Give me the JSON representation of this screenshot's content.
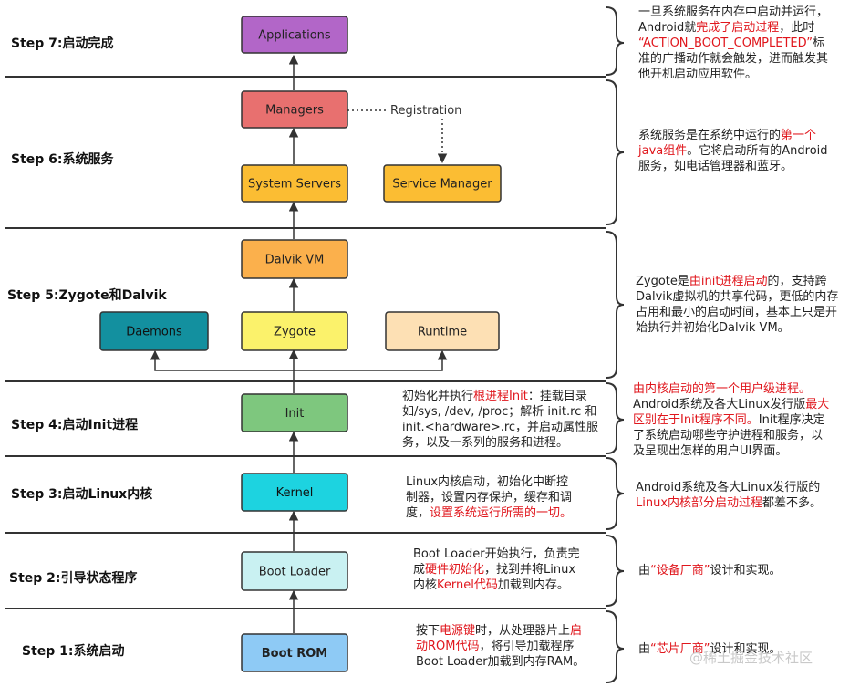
{
  "steps": [
    {
      "id": "step7",
      "label": "Step 7:启动完成"
    },
    {
      "id": "step6",
      "label": "Step 6:系统服务"
    },
    {
      "id": "step5",
      "label": "Step 5:Zygote和Dalvik"
    },
    {
      "id": "step4",
      "label": "Step 4:启动Init进程"
    },
    {
      "id": "step3",
      "label": "Step 3:启动Linux内核"
    },
    {
      "id": "step2",
      "label": "Step 2:引导状态程序"
    },
    {
      "id": "step1",
      "label": "Step 1:系统启动"
    }
  ],
  "boxes": {
    "applications": {
      "label": "Applications",
      "fill": "#b266c8",
      "stroke": "#333333"
    },
    "managers": {
      "label": "Managers",
      "fill": "#e8706f",
      "stroke": "#333333"
    },
    "system_servers": {
      "label": "System Servers",
      "fill": "#fbbd33",
      "stroke": "#333333"
    },
    "service_manager": {
      "label": "Service Manager",
      "fill": "#fbbd33",
      "stroke": "#333333"
    },
    "dalvik_vm": {
      "label": "Dalvik VM",
      "fill": "#fbb04c",
      "stroke": "#333333"
    },
    "daemons": {
      "label": "Daemons",
      "fill": "#13909f",
      "stroke": "#333333"
    },
    "zygote": {
      "label": "Zygote",
      "fill": "#fbf26b",
      "stroke": "#333333"
    },
    "runtime": {
      "label": "Runtime",
      "fill": "#fde0b4",
      "stroke": "#333333"
    },
    "init": {
      "label": "Init",
      "fill": "#7ec77e",
      "stroke": "#333333"
    },
    "kernel": {
      "label": "Kernel",
      "fill": "#1dd3e0",
      "stroke": "#333333"
    },
    "boot_loader": {
      "label": "Boot Loader",
      "fill": "#c9f1f2",
      "stroke": "#333333"
    },
    "boot_rom": {
      "label": "Boot ROM",
      "fill": "#8ecaf5",
      "stroke": "#333333"
    }
  },
  "registration_label": "Registration",
  "mid_notes": {
    "init": [
      [
        {
          "t": "初始化并执行"
        },
        {
          "t": "根进程Init",
          "red": true
        },
        {
          "t": "：挂载目录"
        }
      ],
      [
        {
          "t": "如/sys, /dev, /proc；解析 init.rc 和"
        }
      ],
      [
        {
          "t": "init.<hardware>.rc，并启动属性服"
        }
      ],
      [
        {
          "t": "务，以及一系列的服务和进程。"
        }
      ]
    ],
    "kernel": [
      [
        {
          "t": "Linux内核启动，初始化中断控"
        }
      ],
      [
        {
          "t": "制器，设置内存保护，缓存和调"
        }
      ],
      [
        {
          "t": "度，"
        },
        {
          "t": "设置系统运行所需的一切。",
          "red": true
        }
      ]
    ],
    "boot_loader": [
      [
        {
          "t": "Boot Loader开始执行，负责完"
        }
      ],
      [
        {
          "t": "成"
        },
        {
          "t": "硬件初始化",
          "red": true
        },
        {
          "t": "，找到并将Linux"
        }
      ],
      [
        {
          "t": "内核"
        },
        {
          "t": "Kernel代码",
          "red": true
        },
        {
          "t": "加载到内存。"
        }
      ]
    ],
    "boot_rom": [
      [
        {
          "t": "按下"
        },
        {
          "t": "电源键",
          "red": true
        },
        {
          "t": "时，从处理器片上"
        },
        {
          "t": "启",
          "red": true
        }
      ],
      [
        {
          "t": "动ROM代码",
          "red": true
        },
        {
          "t": "，将引导加载程序"
        }
      ],
      [
        {
          "t": "Boot Loader加载到内存RAM。"
        }
      ]
    ]
  },
  "right_notes": {
    "step7": [
      [
        {
          "t": "一旦系统服务在内存中启动并运行，"
        }
      ],
      [
        {
          "t": "Android就"
        },
        {
          "t": "完成了启动过程",
          "red": true
        },
        {
          "t": "，此时"
        }
      ],
      [
        {
          "t": "“ACTION_BOOT_COMPLETED”",
          "red": true
        },
        {
          "t": "标"
        }
      ],
      [
        {
          "t": "准的广播动作就会触发，进而触发其"
        }
      ],
      [
        {
          "t": "他开机启动应用软件。"
        }
      ]
    ],
    "step6": [
      [
        {
          "t": "系统服务是在系统中运行的"
        },
        {
          "t": "第一个",
          "red": true
        }
      ],
      [
        {
          "t": "java组件",
          "red": true
        },
        {
          "t": "。它将启动所有的Android"
        }
      ],
      [
        {
          "t": "服务，如电话管理器和蓝牙。"
        }
      ]
    ],
    "step5": [
      [
        {
          "t": "Zygote是"
        },
        {
          "t": "由init进程启动",
          "red": true
        },
        {
          "t": "的，支持跨"
        }
      ],
      [
        {
          "t": "Dalvik虚拟机的共享代码，更低的内存"
        }
      ],
      [
        {
          "t": "占用和最小的启动时间，基本上只是开"
        }
      ],
      [
        {
          "t": "始执行并初始化Dalvik VM。"
        }
      ]
    ],
    "step4": [
      [
        {
          "t": "由内核启动的第一个用户级进程。",
          "red": true
        }
      ],
      [
        {
          "t": "Android系统及各大Linux发行版"
        },
        {
          "t": "最大",
          "red": true
        }
      ],
      [
        {
          "t": "区别在于Init程序不同。",
          "red": true
        },
        {
          "t": "Init程序决定"
        }
      ],
      [
        {
          "t": "了系统启动哪些守护进程和服务，以"
        }
      ],
      [
        {
          "t": "及呈现出怎样的用户UI界面。"
        }
      ]
    ],
    "step3": [
      [
        {
          "t": "Android系统及各大Linux发行版的"
        }
      ],
      [
        {
          "t": "Linux内核部分启动过程",
          "red": true
        },
        {
          "t": "都差不多。"
        }
      ]
    ],
    "step2": [
      [
        {
          "t": "由"
        },
        {
          "t": "“设备厂商”",
          "red": true
        },
        {
          "t": "设计和实现。"
        }
      ]
    ],
    "step1": [
      [
        {
          "t": "由"
        },
        {
          "t": "“芯片厂商”",
          "red": true
        },
        {
          "t": "设计和实现。"
        }
      ]
    ]
  },
  "watermark": "@稀土掘金技术社区",
  "colors": {
    "divider": "#333333",
    "arrow": "#333333",
    "red_text": "#e0161c"
  }
}
